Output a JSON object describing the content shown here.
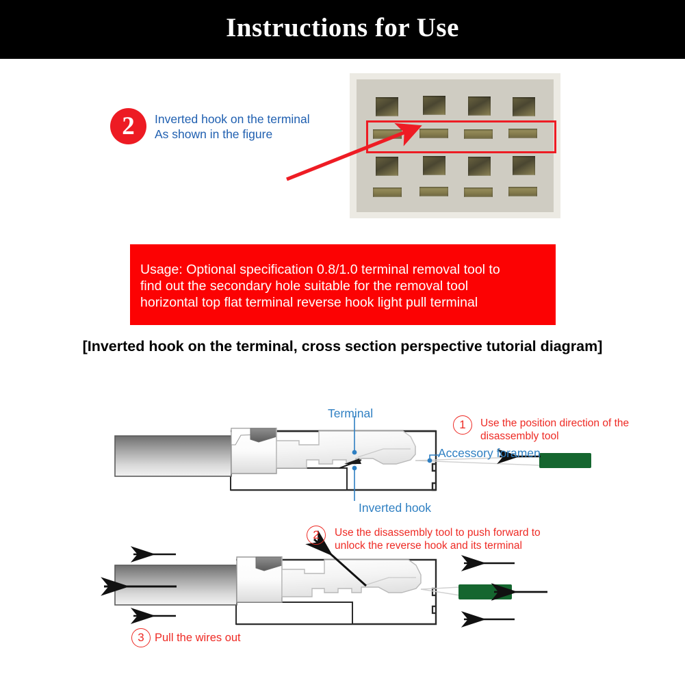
{
  "header": {
    "title": "Instructions for Use",
    "background_color": "#000000",
    "text_color": "#ffffff"
  },
  "callout": {
    "badge_number": "2",
    "badge_color": "#ed1b23",
    "text_color": "#1f5fb0",
    "line1": "Inverted hook on the terminal",
    "line2": "As shown in the figure",
    "arrow_color": "#ee1c24"
  },
  "photo": {
    "alt_name": "connector-terminal-block-photo",
    "highlight_color": "#ee1c24",
    "rows": 2,
    "columns": 4,
    "highlighted_row_label": "second-row-terminal-slots"
  },
  "usage_box": {
    "background_color": "#fc0203",
    "text_color": "#ffffff",
    "line1": "Usage: Optional specification 0.8/1.0 terminal removal tool to",
    "line2": "find out the secondary hole suitable for the removal tool",
    "line3": "horizontal top flat terminal reverse hook light pull terminal"
  },
  "section_heading": {
    "text": "[Inverted hook on the terminal, cross section perspective tutorial diagram]"
  },
  "diagram": {
    "tool_color": "#15662f",
    "label_color": "#2e7fc2",
    "step_color": "#ee2a24",
    "upper": {
      "label_terminal": "Terminal",
      "label_accessory_foramen": "Accessory foramen",
      "label_inverted_hook": "Inverted hook",
      "step1_number": "1",
      "step1_line1": "Use the position direction of the",
      "step1_line2": "disassembly tool"
    },
    "lower": {
      "step2_number": "2",
      "step2_line1": "Use the disassembly tool to push forward to",
      "step2_line2": "unlock the reverse hook and its terminal",
      "step3_number": "3",
      "step3_text": "Pull the wires out"
    }
  }
}
